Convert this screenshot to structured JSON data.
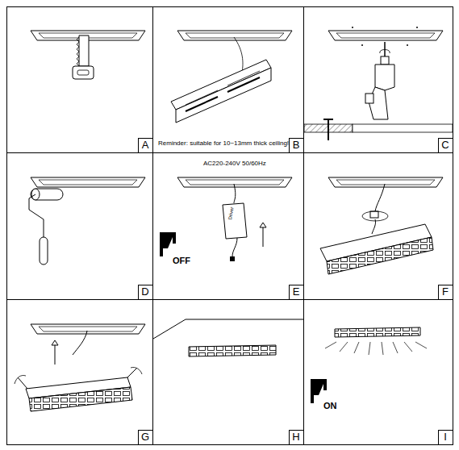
{
  "diagram": {
    "labels": [
      "A",
      "Reminder: suitable for 10~13mm thick ceiling!",
      "B",
      "C",
      "D",
      "AC220-240V 50/60Hz",
      "OFF",
      "Driver",
      "E",
      "F",
      "G",
      "H",
      "ON",
      "I"
    ]
  }
}
